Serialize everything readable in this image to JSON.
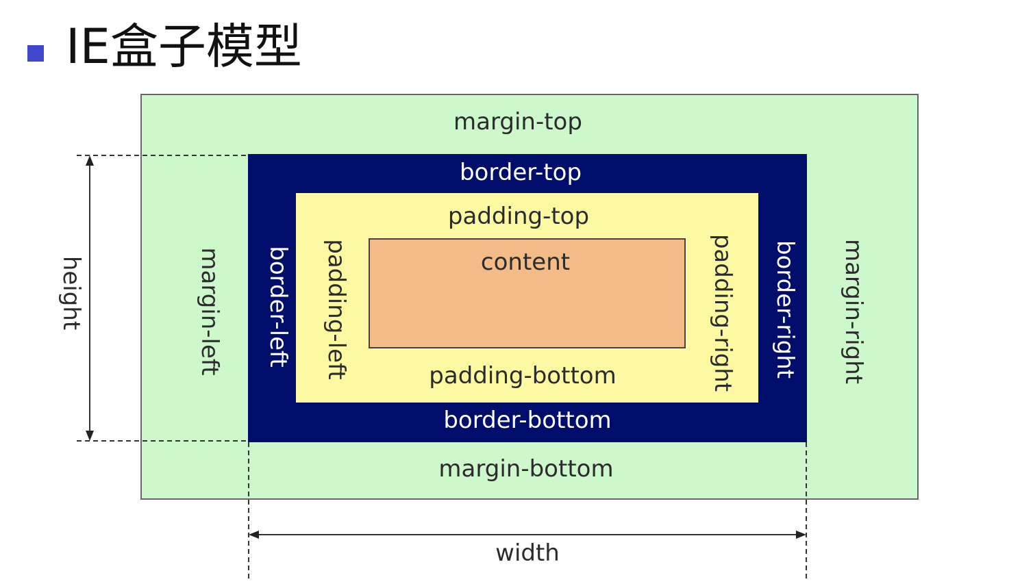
{
  "title": "IE盒子模型",
  "labels": {
    "margin_top": "margin-top",
    "margin_bottom": "margin-bottom",
    "margin_left": "margin-left",
    "margin_right": "margin-right",
    "border_top": "border-top",
    "border_bottom": "border-bottom",
    "border_left": "border-left",
    "border_right": "border-right",
    "padding_top": "padding-top",
    "padding_bottom": "padding-bottom",
    "padding_left": "padding-left",
    "padding_right": "padding-right",
    "content": "content",
    "height": "height",
    "width": "width"
  },
  "colors": {
    "margin": "#ccf8cc",
    "border": "#000d6b",
    "padding": "#fdf9a3",
    "content": "#f2bb88",
    "bullet": "#3f48cc"
  }
}
